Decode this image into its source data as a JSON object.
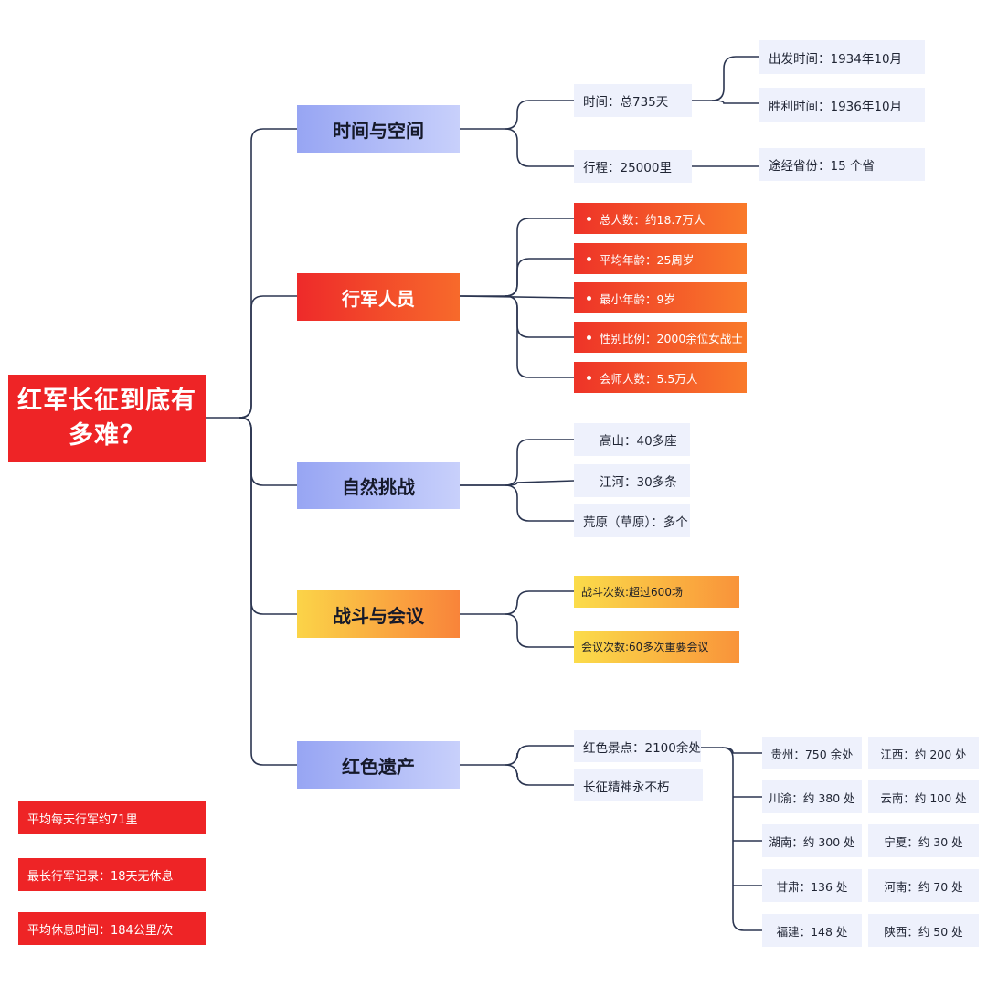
{
  "root": {
    "title": "红军长征到底有多难？"
  },
  "branches": {
    "time_space": {
      "label": "时间与空间",
      "time": "时间：总735天",
      "departure": "出发时间：1934年10月",
      "victory": "胜利时间：1936年10月",
      "distance": "行程：25000里",
      "provinces": "途经省份：15 个省"
    },
    "people": {
      "label": "行军人员",
      "items": [
        "总人数：约18.7万人",
        "平均年龄：25周岁",
        "最小年龄：9岁",
        "性别比例：2000余位女战士",
        "会师人数：5.5万人"
      ]
    },
    "nature": {
      "label": "自然挑战",
      "items": [
        "高山：40多座",
        "江河：30多条",
        "荒原（草原）：多个"
      ]
    },
    "battles": {
      "label": "战斗与会议",
      "items": [
        "战斗次数:超过600场",
        "会议次数:60多次重要会议"
      ]
    },
    "legacy": {
      "label": "红色遗产",
      "sites": "红色景点：2100余处",
      "spirit": "长征精神永不朽",
      "provinces": [
        "贵州：750 余处",
        "江西：约 200 处",
        "川渝：约 380 处",
        "云南：约 100 处",
        "湖南：约 300 处",
        "宁夏：约 30 处",
        "甘肃：136 处",
        "河南：约 70 处",
        "福建：148 处",
        "陕西：约 50 处"
      ]
    }
  },
  "stats": [
    "平均每天行军约71里",
    "最长行军记录：18天无休息",
    "平均休息时间：184公里/次"
  ],
  "colors": {
    "root_red": "#ee2426",
    "branch_blue": "#97a5f3",
    "branch_orange_red": "#f76a2b",
    "branch_yellow": "#fbd448",
    "leaf_bg": "#eef1fc",
    "line": "#2b3550"
  }
}
